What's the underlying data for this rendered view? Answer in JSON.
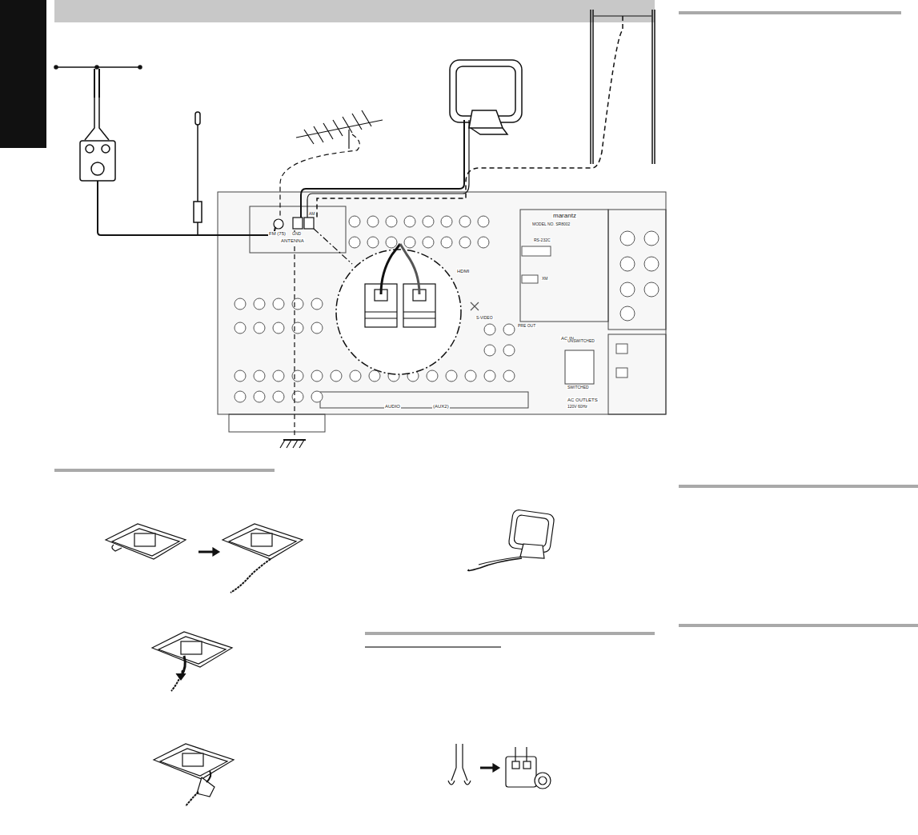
{
  "diagram": {
    "labels": [
      "FM (75)",
      "GND",
      "AM",
      "ANTENNA",
      "marantz",
      "MODEL NO. SR8002",
      "RS-232C",
      "XM",
      "AC IN",
      "HDMI",
      "S-VIDEO",
      "PRE OUT",
      "AUDIO",
      "(AUX2)",
      "AC OUTLETS",
      "120V 60Hz",
      "UNSWITCHED",
      "SWITCHED"
    ]
  }
}
